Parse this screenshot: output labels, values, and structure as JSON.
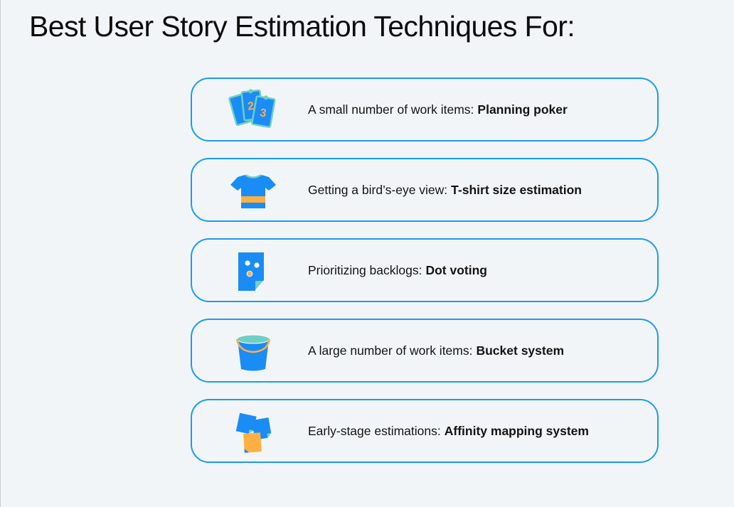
{
  "title": "Best User Story Estimation Techniques For:",
  "colors": {
    "border": "#1a9bf0",
    "icon_blue": "#1a8cf5",
    "icon_orange": "#ffb043",
    "icon_teal": "#6fcfc4",
    "background": "#f2f5f7"
  },
  "items": [
    {
      "icon": "playing-cards-icon",
      "context": "A small number of work items:",
      "technique": "Planning poker"
    },
    {
      "icon": "t-shirt-icon",
      "context": "Getting a bird’s-eye view:",
      "technique": "T-shirt size estimation"
    },
    {
      "icon": "dotted-note-icon",
      "context": "Prioritizing backlogs:",
      "technique": "Dot voting"
    },
    {
      "icon": "bucket-icon",
      "context": "A large number of work items:",
      "technique": "Bucket system"
    },
    {
      "icon": "sticky-notes-icon",
      "context": "Early-stage estimations:",
      "technique": "Affinity mapping system"
    }
  ]
}
